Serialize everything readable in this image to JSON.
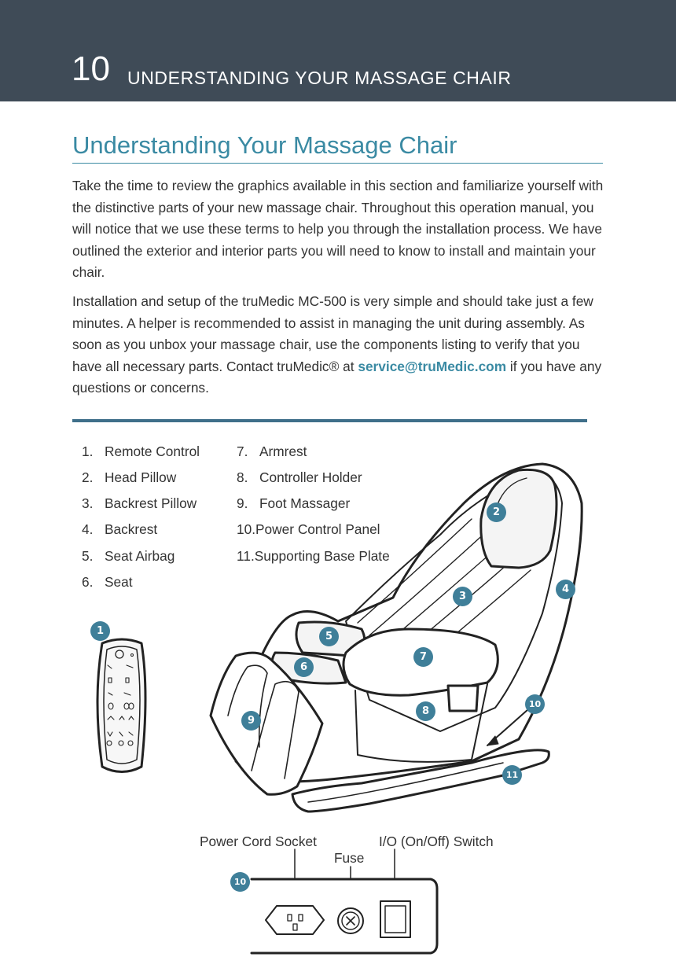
{
  "header": {
    "page_number": "10",
    "running_title": "UNDERSTANDING YOUR MASSAGE CHAIR",
    "band_color": "#3f4b57"
  },
  "section": {
    "title": "Understanding Your Massage Chair",
    "accent_color": "#3a8aa3"
  },
  "body": {
    "para1": "Take the time to review the graphics available in this section and familiarize yourself with the distinctive parts of your new massage chair. Throughout this operation manual, you will notice that we use these terms to help you through the installation process. We have outlined the exterior and interior parts you will need to know to install and maintain your chair.",
    "para2_before": "Installation and setup of the truMedic MC-500 is very simple and should take just a few minutes. A helper is recommended to assist in managing the unit during assembly. As soon as you unbox your massage chair, use the components listing to verify that you have all necessary parts. Contact truMedic® at ",
    "email": "service@truMedic.com",
    "para2_after": " if you have any questions or concerns."
  },
  "parts": [
    {
      "num": "1.",
      "label": "Remote Control"
    },
    {
      "num": "2.",
      "label": "Head Pillow"
    },
    {
      "num": "3.",
      "label": "Backrest Pillow"
    },
    {
      "num": "4.",
      "label": "Backrest"
    },
    {
      "num": "5.",
      "label": "Seat Airbag"
    },
    {
      "num": "6.",
      "label": "Seat"
    },
    {
      "num": "7.",
      "label": "Armrest"
    },
    {
      "num": "8.",
      "label": "Controller Holder"
    },
    {
      "num": "9.",
      "label": "Foot Massager"
    },
    {
      "num": "10.",
      "label": "Power Control Panel"
    },
    {
      "num": "11.",
      "label": "Supporting Base Plate"
    }
  ],
  "callouts": {
    "c1": "1",
    "c2": "2",
    "c3": "3",
    "c4": "4",
    "c5": "5",
    "c6": "6",
    "c7": "7",
    "c8": "8",
    "c9": "9",
    "c10": "10",
    "c11": "11",
    "c10b": "10"
  },
  "panel": {
    "power_cord_socket": "Power Cord Socket",
    "fuse": "Fuse",
    "switch": "I/O (On/Off) Switch"
  },
  "badge_color": "#3f7f99"
}
